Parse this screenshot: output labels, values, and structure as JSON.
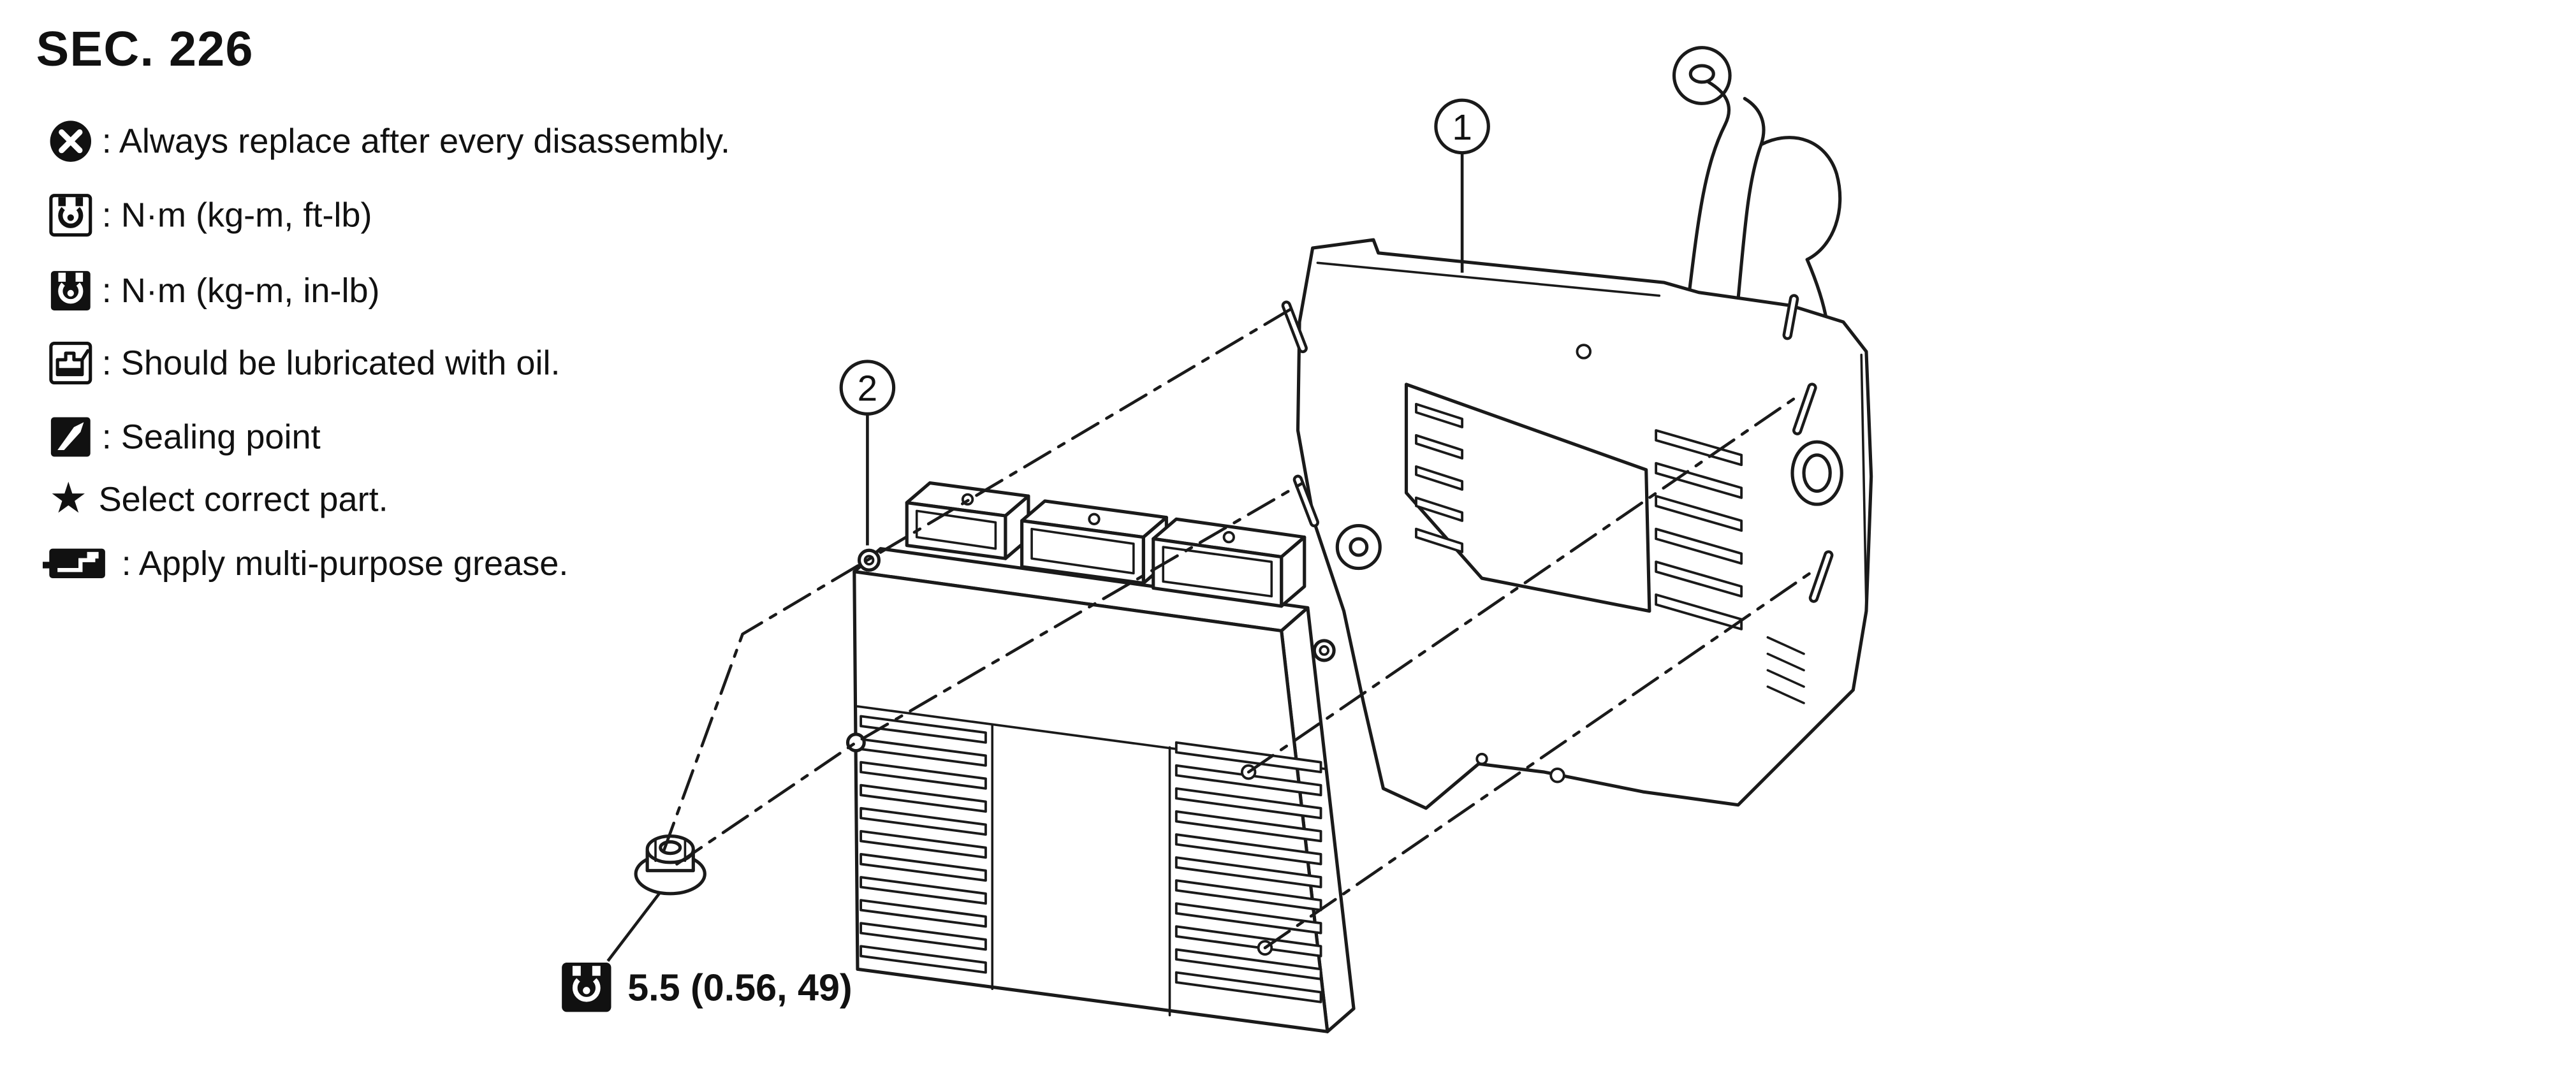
{
  "page": {
    "title": "SEC. 226"
  },
  "colors": {
    "line": "#1a1a1a",
    "background": "#ffffff"
  },
  "legend": {
    "items": [
      {
        "icon": "always-replace-icon",
        "label": ": Always replace after every disassembly."
      },
      {
        "icon": "torque-ftlb-icon",
        "label": ": N·m (kg-m, ft-lb)"
      },
      {
        "icon": "torque-inlb-icon",
        "label": ": N·m (kg-m, in-lb)"
      },
      {
        "icon": "oil-icon",
        "label": ": Should be lubricated with oil."
      },
      {
        "icon": "sealing-icon",
        "label": ": Sealing point"
      },
      {
        "icon": "star-icon",
        "glyph": "★",
        "label": "Select correct part."
      },
      {
        "icon": "grease-icon",
        "label": ": Apply multi-purpose grease."
      }
    ]
  },
  "diagram": {
    "callouts": [
      {
        "number": "1",
        "part": "ecm-bracket"
      },
      {
        "number": "2",
        "part": "ecm-module"
      }
    ],
    "torque_spec": {
      "icon": "torque-inlb-icon",
      "value": "5.5 (0.56, 49)"
    }
  }
}
